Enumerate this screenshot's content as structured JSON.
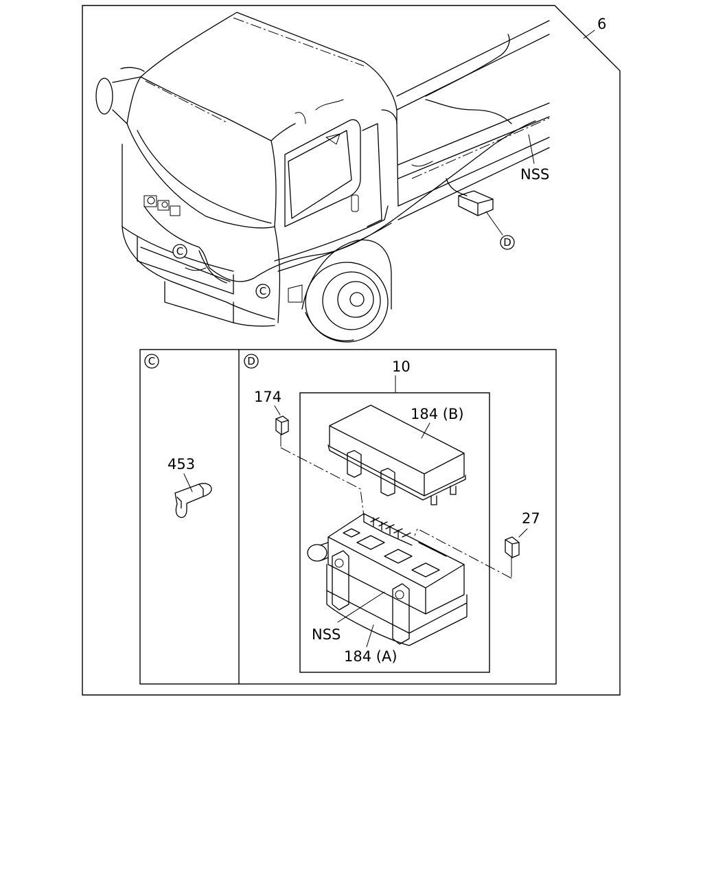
{
  "callouts": {
    "main_ref": "6",
    "harness_nss": "NSS",
    "detail_d_marker": "D",
    "detail_c_marker_1": "C",
    "detail_c_marker_2": "C",
    "detail_c_title": "C",
    "detail_d_title": "D",
    "part_453": "453",
    "part_10": "10",
    "part_174": "174",
    "part_184b": "184 (B)",
    "part_27": "27",
    "part_nss_box": "NSS",
    "part_184a": "184 (A)"
  }
}
